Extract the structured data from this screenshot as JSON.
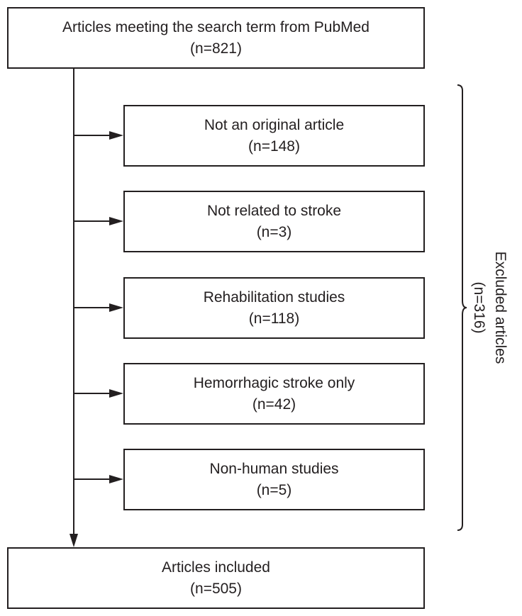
{
  "top": {
    "title": "Articles meeting the search term from PubMed",
    "count": "(n=821)"
  },
  "excluded": [
    {
      "title": "Not an original article",
      "count": "(n=148)"
    },
    {
      "title": "Not related to stroke",
      "count": "(n=3)"
    },
    {
      "title": "Rehabilitation studies",
      "count": "(n=118)"
    },
    {
      "title": "Hemorrhagic stroke only",
      "count": "(n=42)"
    },
    {
      "title": "Non-human studies",
      "count": "(n=5)"
    }
  ],
  "excluded_total": {
    "title": "Excluded articles",
    "count": "(n=316)"
  },
  "bottom": {
    "title": "Articles included",
    "count": "(n=505)"
  }
}
